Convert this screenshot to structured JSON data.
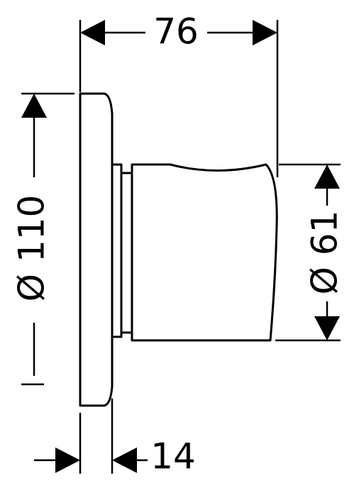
{
  "dimensions": {
    "width_label": "76",
    "height_label": "Ø 110",
    "knob_diameter_label": "Ø 61",
    "plate_depth_label": "14"
  },
  "colors": {
    "line": "#000000",
    "background": "#ffffff"
  }
}
